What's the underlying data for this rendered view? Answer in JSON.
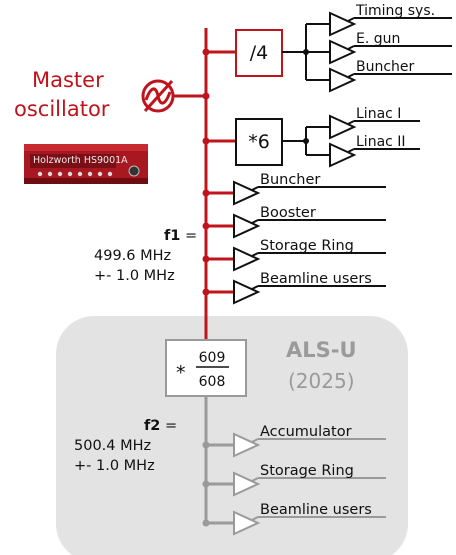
{
  "master": {
    "line1": "Master",
    "line2": "oscillator"
  },
  "device_label": "Holzworth HS9001A",
  "div_box": "/4",
  "mul_box": "*6",
  "div_outputs": [
    "Timing sys.",
    "E. gun",
    "Buncher"
  ],
  "mul_outputs": [
    "Linac I",
    "Linac II"
  ],
  "main_outputs": [
    "Buncher",
    "Booster",
    "Storage Ring",
    "Beamline users"
  ],
  "f1": {
    "name": "f1",
    "eq": " =",
    "freq": "499.6 MHz",
    "tol": "+- 1.0 MHz"
  },
  "alsu": {
    "title": "ALS-U",
    "year": "(2025)"
  },
  "ratio": {
    "prefix": "*",
    "num": "609",
    "den": "608"
  },
  "f2": {
    "name": "f2",
    "eq": " =",
    "freq": "500.4 MHz",
    "tol": "+- 1.0 MHz"
  },
  "alsu_outputs": [
    "Accumulator",
    "Storage Ring",
    "Beamline users"
  ],
  "colors": {
    "red": "#c0141c",
    "gray": "#9a9a9a",
    "panel": "#e3e3e3"
  }
}
